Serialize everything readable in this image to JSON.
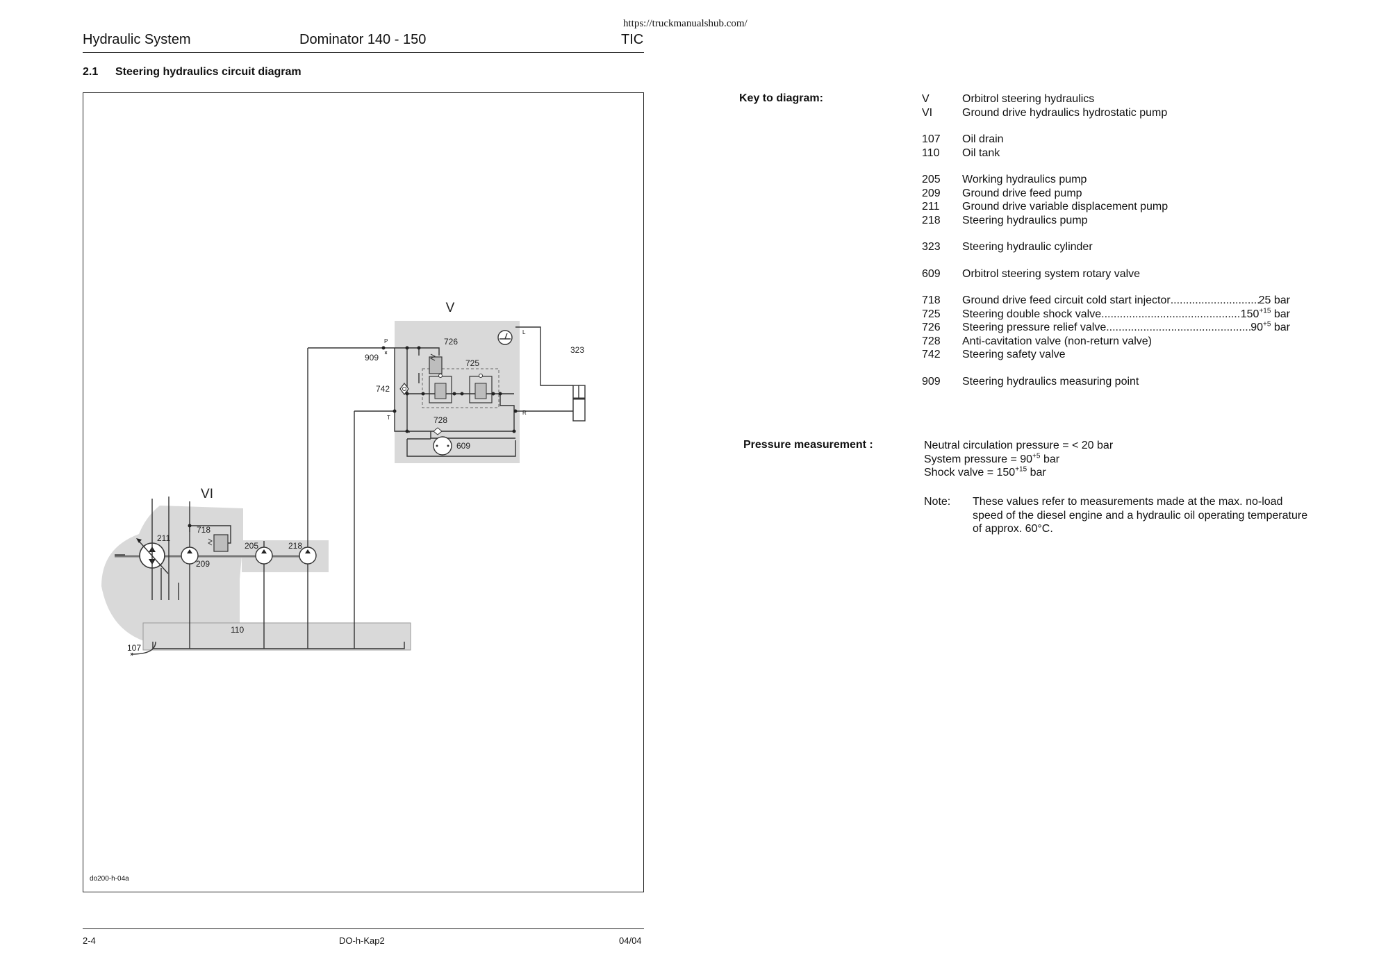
{
  "url": "https://truckmanualshub.com/",
  "header": {
    "left": "Hydraulic System",
    "middle": "Dominator 140 - 150",
    "right": "TIC"
  },
  "section": {
    "number": "2.1",
    "title": "Steering hydraulics circuit diagram"
  },
  "diagram": {
    "labels": {
      "V": "V",
      "VI": "VI",
      "n726": "726",
      "n725": "725",
      "n909": "909",
      "n742": "742",
      "n728": "728",
      "n609": "609",
      "n323": "323",
      "n211": "211",
      "n718": "718",
      "n209": "209",
      "n205": "205",
      "n218": "218",
      "n110": "110",
      "n107": "107",
      "portP": "P",
      "portT": "T",
      "portL": "L",
      "portR": "R"
    },
    "code": "do200-h-04a"
  },
  "key": {
    "heading": "Key to diagram:",
    "groups": [
      [
        {
          "code": "V",
          "desc": "Orbitrol steering hydraulics"
        },
        {
          "code": "VI",
          "desc": "Ground drive hydraulics hydrostatic pump"
        }
      ],
      [
        {
          "code": "107",
          "desc": "Oil drain"
        },
        {
          "code": "110",
          "desc": "Oil tank"
        }
      ],
      [
        {
          "code": "205",
          "desc": "Working hydraulics pump"
        },
        {
          "code": "209",
          "desc": "Ground drive feed pump"
        },
        {
          "code": "211",
          "desc": "Ground drive variable displacement pump"
        },
        {
          "code": "218",
          "desc": "Steering hydraulics pump"
        }
      ],
      [
        {
          "code": "323",
          "desc": "Steering hydraulic cylinder"
        }
      ],
      [
        {
          "code": "609",
          "desc": "Orbitrol steering system rotary valve"
        }
      ],
      [
        {
          "code": "718",
          "desc": "Ground drive feed circuit cold start injector",
          "value": "25 bar"
        },
        {
          "code": "725",
          "desc": "Steering double shock valve",
          "value": "150",
          "sup": "+15",
          "unit": "bar"
        },
        {
          "code": "726",
          "desc": "Steering pressure relief valve",
          "value": "90",
          "sup": "+5",
          "unit": "bar"
        },
        {
          "code": "728",
          "desc": "Anti-cavitation valve (non-return valve)"
        },
        {
          "code": "742",
          "desc": "Steering safety valve"
        }
      ],
      [
        {
          "code": "909",
          "desc": "Steering hydraulics measuring point"
        }
      ]
    ]
  },
  "pressure": {
    "heading": "Pressure measurement :",
    "neutral": "Neutral circulation pressure = < 20 bar",
    "system_prefix": "System pressure = 90",
    "system_sup": "+5",
    "system_unit": "bar",
    "shock_prefix": "Shock valve = 150",
    "shock_sup": "+15",
    "shock_unit": "bar"
  },
  "note": {
    "label": "Note:",
    "text": "These values refer to measurements made at the max. no-load speed of the diesel engine and a hydraulic oil operating temperature of approx. 60°C."
  },
  "footer": {
    "left": "2-4",
    "middle": "DO-h-Kap2",
    "right": "04/04"
  },
  "colors": {
    "panel_fill": "#d9d9d9",
    "line": "#333333"
  }
}
